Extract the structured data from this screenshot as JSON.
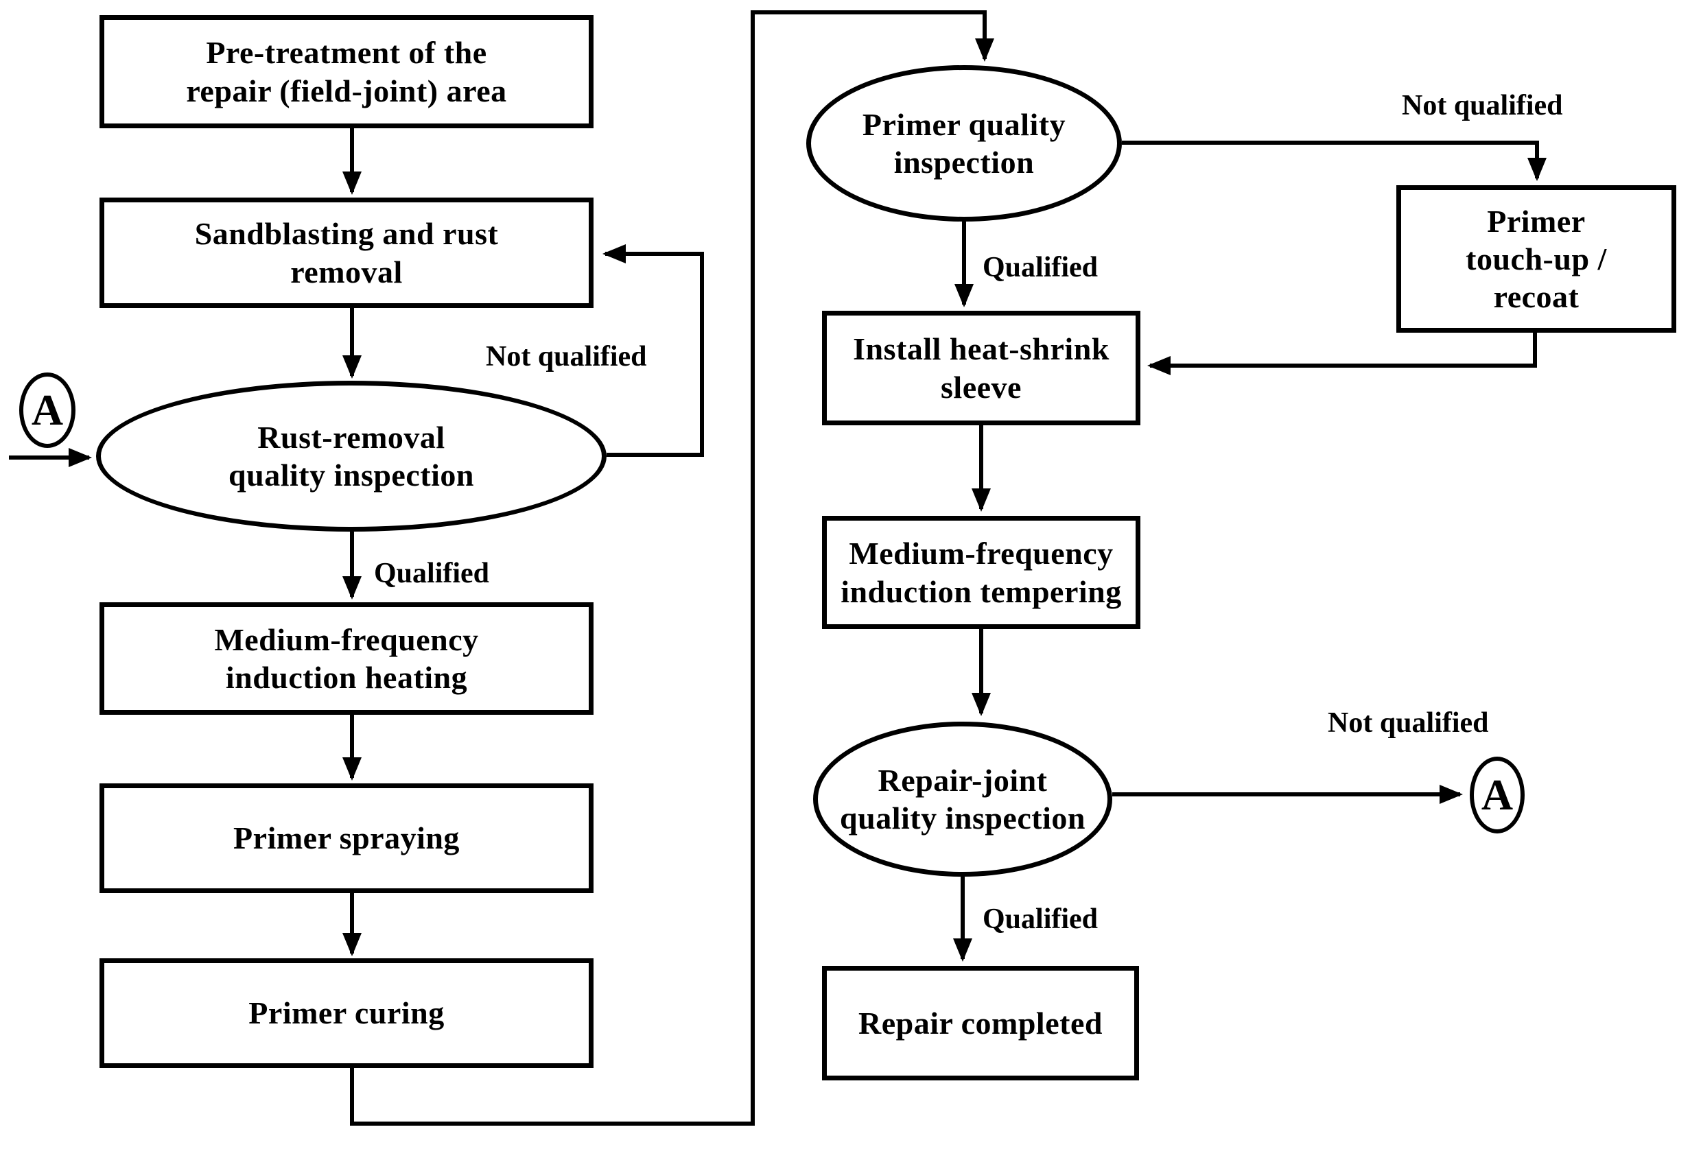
{
  "diagram": {
    "background_color": "#ffffff",
    "stroke_color": "#000000",
    "nodes": {
      "pretreatment": {
        "shape": "rect",
        "label": "Pre-treatment of the\nrepair (field-joint) area"
      },
      "sandblasting": {
        "shape": "rect",
        "label": "Sandblasting and rust\nremoval"
      },
      "rust_inspection": {
        "shape": "ellipse",
        "label": "Rust-removal\nquality inspection"
      },
      "induction_heating": {
        "shape": "rect",
        "label": "Medium-frequency\ninduction heating"
      },
      "primer_spraying": {
        "shape": "rect",
        "label": "Primer spraying"
      },
      "primer_curing": {
        "shape": "rect",
        "label": "Primer curing"
      },
      "primer_inspection": {
        "shape": "ellipse",
        "label": "Primer quality\ninspection"
      },
      "primer_touchup": {
        "shape": "rect",
        "label": "Primer\ntouch-up /\nrecoat"
      },
      "install_sleeve": {
        "shape": "rect",
        "label": "Install heat-shrink\nsleeve"
      },
      "induction_tempering": {
        "shape": "rect",
        "label": "Medium-frequency\ninduction tempering"
      },
      "repair_inspection": {
        "shape": "ellipse",
        "label": "Repair-joint\nquality inspection"
      },
      "repair_completed": {
        "shape": "rect",
        "label": "Repair completed"
      },
      "connector_a_left": {
        "shape": "circle",
        "label": "A"
      },
      "connector_a_right": {
        "shape": "circle",
        "label": "A"
      }
    },
    "edge_labels": {
      "rust_not_qualified": "Not qualified",
      "rust_qualified": "Qualified",
      "primer_not_qualified": "Not qualified",
      "primer_qualified": "Qualified",
      "repair_not_qualified": "Not qualified",
      "repair_qualified": "Qualified"
    }
  }
}
